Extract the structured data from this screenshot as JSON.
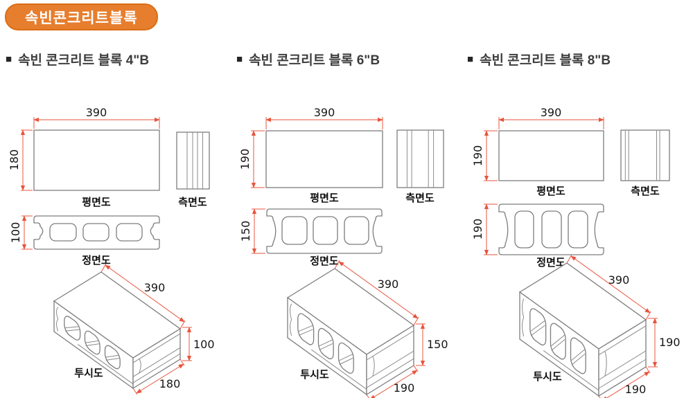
{
  "badge": {
    "label": "속빈콘크리트블록"
  },
  "bullet": "■",
  "blocks": [
    {
      "title": "속빈 콘크리트 블록 4\"B",
      "plan": {
        "label": "평면도",
        "width": "390",
        "depth": "180"
      },
      "side": {
        "label": "측면도"
      },
      "front": {
        "label": "정면도",
        "height": "100"
      },
      "persp": {
        "label": "투시도",
        "length": "390",
        "height": "100",
        "depth": "180"
      }
    },
    {
      "title": "속빈 콘크리트 블록 6\"B",
      "plan": {
        "label": "평면도",
        "width": "390",
        "depth": "190"
      },
      "side": {
        "label": "측면도"
      },
      "front": {
        "label": "정면도",
        "height": "150"
      },
      "persp": {
        "label": "투시도",
        "length": "390",
        "height": "150",
        "depth": "190"
      }
    },
    {
      "title": "속빈 콘크리트 블록 8\"B",
      "plan": {
        "label": "평면도",
        "width": "390",
        "depth": "190"
      },
      "side": {
        "label": "측면도"
      },
      "front": {
        "label": "정면도",
        "height": "190"
      },
      "persp": {
        "label": "투시도",
        "length": "390",
        "height": "190",
        "depth": "190"
      }
    }
  ],
  "colors": {
    "badge_bg": "#e67e2e",
    "badge_border": "#db6d14",
    "dimension_red": "#e8543e",
    "outline_gray": "#7d7d7d",
    "text": "#151515"
  }
}
